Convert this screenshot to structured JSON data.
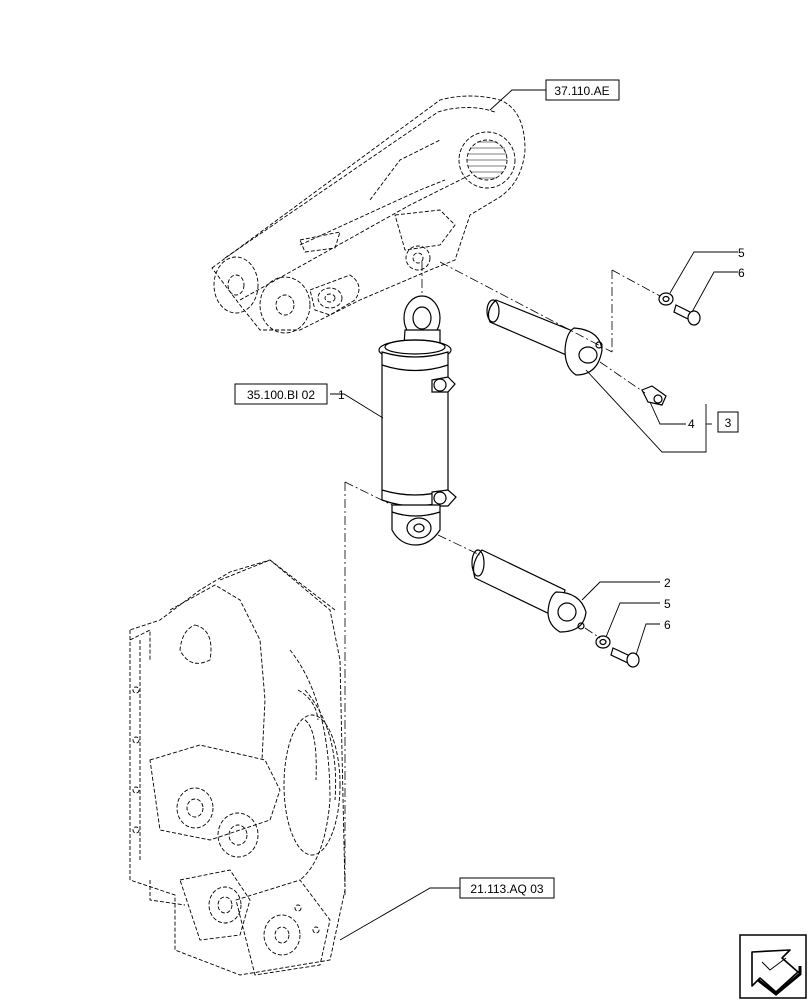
{
  "references": {
    "upper": "37.110.AE",
    "cylinder": "35.100.BI 02",
    "lower": "21.113.AQ 03"
  },
  "callouts": {
    "item1": "1",
    "item2": "2",
    "item3": "3",
    "item4": "4",
    "item5_upper": "5",
    "item6_upper": "6",
    "item5_lower": "5",
    "item6_lower": "6"
  },
  "icons": {
    "nav": "next-page-arrow-icon"
  }
}
